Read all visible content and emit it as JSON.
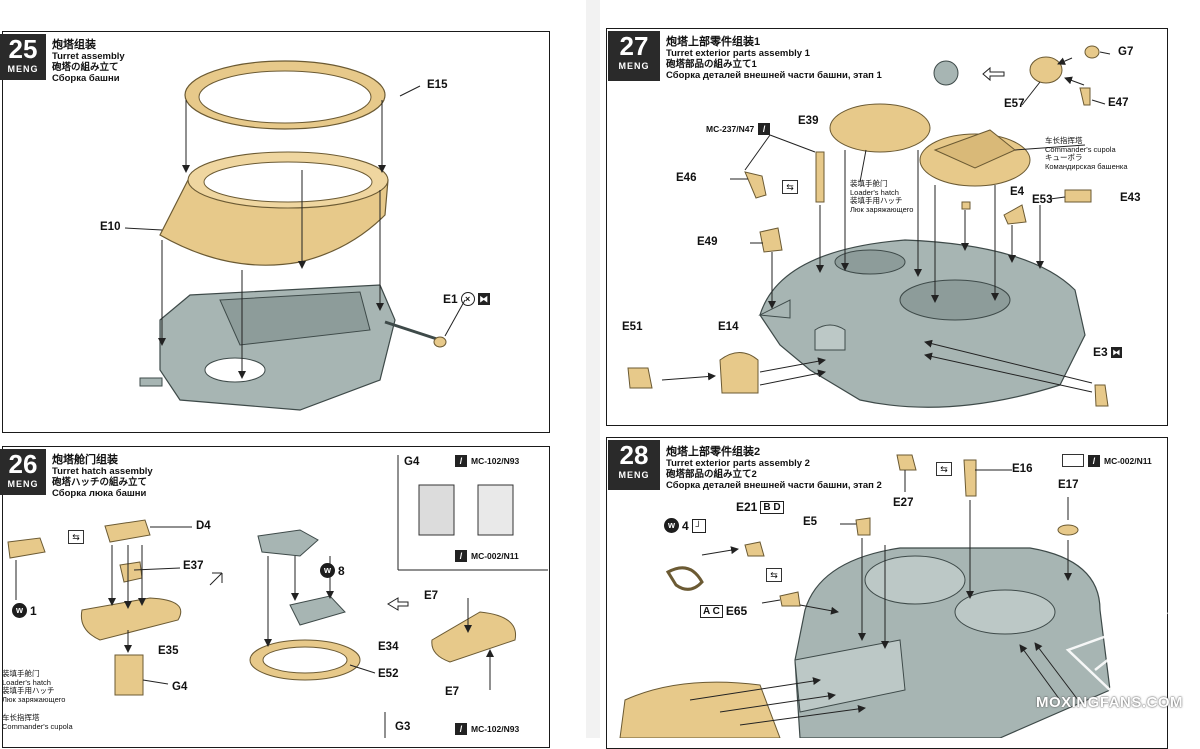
{
  "step25": {
    "number": "25",
    "brand": "MENG",
    "title_zh": "炮塔组装",
    "title_en": "Turret assembly",
    "title_ja": "砲塔の組み立て",
    "title_ru": "Сборка башни",
    "labels": {
      "e15": "E15",
      "e10": "E10",
      "e1": "E1"
    }
  },
  "step26": {
    "number": "26",
    "brand": "MENG",
    "title_zh": "炮塔舱门组装",
    "title_en": "Turret hatch assembly",
    "title_ja": "砲塔ハッチの組み立て",
    "title_ru": "Сборка люка башни",
    "labels": {
      "d4": "D4",
      "e37": "E37",
      "e35": "E35",
      "g4": "G4",
      "e7a": "E7",
      "e34": "E34",
      "e52": "E52",
      "e7b": "E7",
      "g4box": "G4",
      "g3box": "G3"
    },
    "glue1": "1",
    "glue8": "8",
    "paint_mc102": "MC-102/N93",
    "paint_mc002": "MC-002/N11",
    "paint_mc102b": "MC-102/N93",
    "loader_hatch": [
      "装填手舱门",
      "Loader's hatch",
      "装填手用ハッチ",
      "Люк заряжающего"
    ],
    "commander_cupola_cut": [
      "车长指挥塔",
      "Commander's cupola"
    ]
  },
  "step27": {
    "number": "27",
    "brand": "MENG",
    "title_zh": "炮塔上部零件组装1",
    "title_en": "Turret exterior parts assembly 1",
    "title_ja": "砲塔部品の組み立て1",
    "title_ru": "Сборка деталей внешней части башни, этап 1",
    "labels": {
      "g7": "G7",
      "e57": "E57",
      "e47": "E47",
      "e39": "E39",
      "e46": "E46",
      "e4": "E4",
      "e53": "E53",
      "e43": "E43",
      "e49": "E49",
      "e51": "E51",
      "e14": "E14",
      "e3": "E3"
    },
    "paint_mc237": "MC-237/N47",
    "loader_hatch": [
      "装填手舱门",
      "Loader's hatch",
      "装填手用ハッチ",
      "Люк заряжающего"
    ],
    "commander_cupola": [
      "车长指挥塔",
      "Commander's cupola",
      "キューポラ",
      "Командирская башенка"
    ]
  },
  "step28": {
    "number": "28",
    "brand": "MENG",
    "title_zh": "炮塔上部零件组装2",
    "title_en": "Turret exterior parts assembly 2",
    "title_ja": "砲塔部品の組み立て2",
    "title_ru": "Сборка деталей внешней части башни, этап 2",
    "labels": {
      "e27": "E27",
      "e16": "E16",
      "e17": "E17",
      "e21": "E21",
      "e21opt": "B D",
      "e5": "E5",
      "e65": "E65",
      "e65opt": "A C"
    },
    "glue4": "4",
    "paint_mc002": "MC-002/N11"
  },
  "watermark": "MOXINGFANS.COM",
  "colors": {
    "tan": "#e7c98a",
    "grey": "#a7b5b3",
    "dark": "#2a2a2a"
  }
}
